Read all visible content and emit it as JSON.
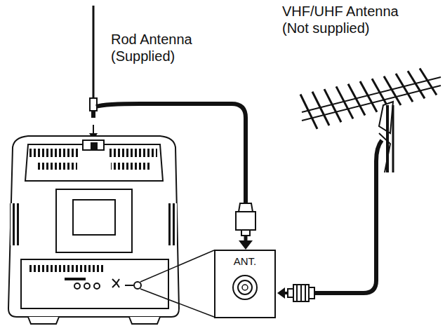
{
  "diagram": {
    "nodes": [
      {
        "text": [
          "ANT."
        ]
      }
    ],
    "labels": [
      "Rod Antenna (Supplied)",
      "VHF/UHF Antenna (Not supplied)"
    ]
  }
}
